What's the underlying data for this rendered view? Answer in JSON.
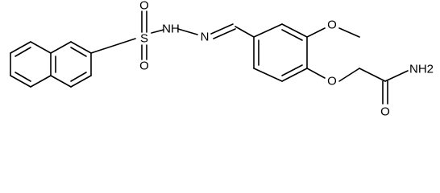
{
  "molecule": {
    "atoms": {
      "s": "S",
      "o_s_top": "O",
      "o_s_bottom": "O",
      "nh_sulfonyl": "NH",
      "n_imine": "N",
      "o_methoxy": "O",
      "o_ether": "O",
      "o_carbonyl": "O",
      "nh2_amide": "NH2"
    }
  }
}
